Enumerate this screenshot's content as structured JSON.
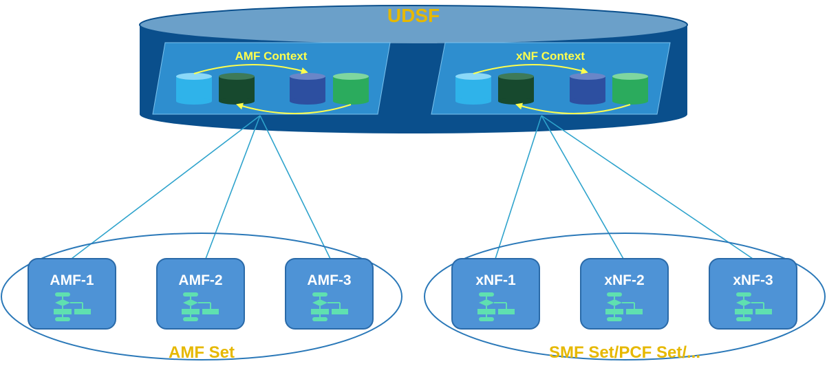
{
  "udsf": {
    "label": "UDSF"
  },
  "contexts": [
    {
      "label": "AMF Context"
    },
    {
      "label": "xNF Context"
    }
  ],
  "sets": [
    {
      "label": "AMF Set",
      "nodes": [
        "AMF-1",
        "AMF-2",
        "AMF-3"
      ]
    },
    {
      "label": "SMF Set/PCF Set/...",
      "nodes": [
        "xNF-1",
        "xNF-2",
        "xNF-3"
      ]
    }
  ],
  "colors": {
    "udsf_body": "#0a4f8c",
    "udsf_top": "#6ba0c9",
    "context_panel": "#2e8ecf",
    "label_yellow": "#e6b800",
    "context_label": "#ffff4d",
    "arrow": "#ffff4d",
    "node_fill": "#4e93d6",
    "node_border": "#2a6aa8",
    "link_line": "#2ea3cc",
    "set_ellipse": "#2a78b8",
    "flow_icon": "#5fe0b0",
    "cyl_light_blue": "#2fb3ea",
    "cyl_dark_green": "#17492e",
    "cyl_navy": "#2d4fa0",
    "cyl_green": "#2bab5d"
  }
}
